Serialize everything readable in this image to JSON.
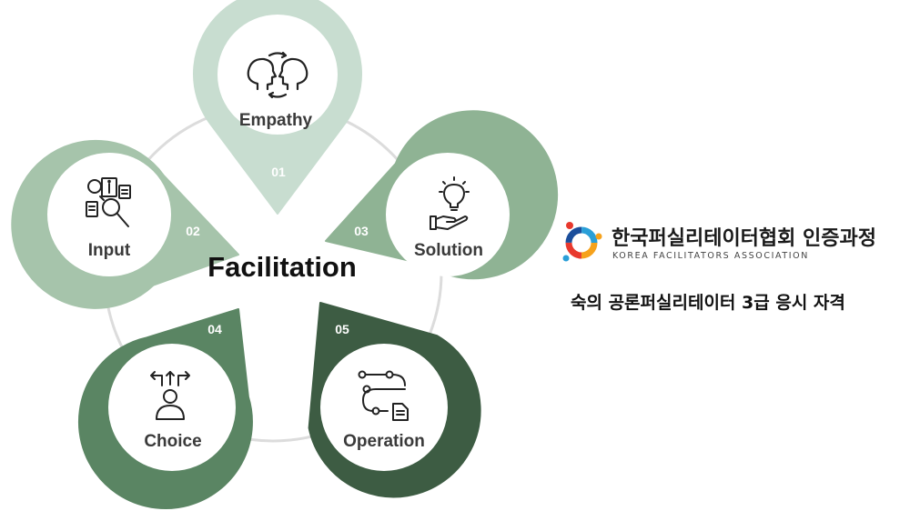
{
  "diagram": {
    "center_title": "Facilitation",
    "stages": [
      {
        "number": "01",
        "label": "Empathy",
        "icon": "empathy-heads-icon",
        "color": "#c8ddd0"
      },
      {
        "number": "02",
        "label": "Input",
        "icon": "research-documents-icon",
        "color": "#a6c4ab"
      },
      {
        "number": "03",
        "label": "Solution",
        "icon": "lightbulb-hand-icon",
        "color": "#8fb394"
      },
      {
        "number": "04",
        "label": "Choice",
        "icon": "person-choices-icon",
        "color": "#5a8563"
      },
      {
        "number": "05",
        "label": "Operation",
        "icon": "workflow-icon",
        "color": "#3d5c43"
      }
    ]
  },
  "organization": {
    "name_ko": "한국퍼실리테이터협회 인증과정",
    "name_en": "KOREA FACILITATORS ASSOCIATION",
    "logo_colors": [
      "#e8392d",
      "#f6a21c",
      "#2a9fd8",
      "#1b4e9b"
    ]
  },
  "certification_text": "숙의 공론퍼실리테이터 3급 응시 자격"
}
